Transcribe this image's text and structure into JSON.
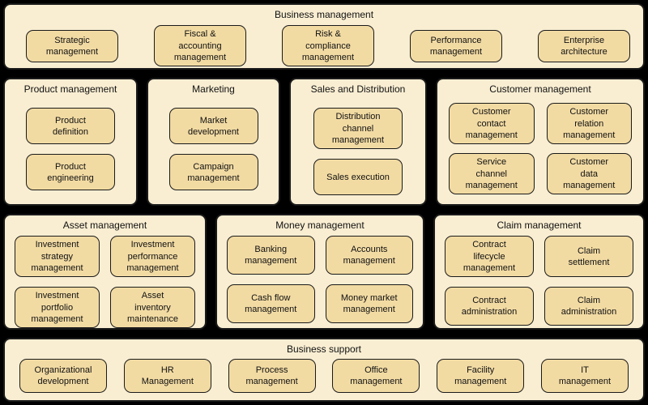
{
  "colors": {
    "background": "#000000",
    "panel_fill": "#f9eed2",
    "box_fill": "#f2dba3",
    "border": "#1a1a1a",
    "text": "#111111"
  },
  "b1": {
    "title": "Business management",
    "boxes": [
      "Strategic\nmanagement",
      "Fiscal &\naccounting\nmanagement",
      "Risk &\ncompliance\nmanagement",
      "Performance\nmanagement",
      "Enterprise\narchitecture"
    ]
  },
  "p_product": {
    "title": "Product management",
    "boxes": [
      "Product\ndefinition",
      "Product\nengineering"
    ]
  },
  "p_marketing": {
    "title": "Marketing",
    "boxes": [
      "Market\ndevelopment",
      "Campaign\nmanagement"
    ]
  },
  "p_sales": {
    "title": "Sales and Distribution",
    "boxes": [
      "Distribution\nchannel\nmanagement",
      "Sales execution"
    ]
  },
  "p_customer": {
    "title": "Customer management",
    "boxes": [
      "Customer\ncontact\nmanagement",
      "Customer\nrelation\nmanagement",
      "Service\nchannel\nmanagement",
      "Customer\ndata\nmanagement"
    ]
  },
  "p_asset": {
    "title": "Asset management",
    "boxes": [
      "Investment\nstrategy\nmanagement",
      "Investment\nperformance\nmanagement",
      "Investment\nportfolio\nmanagement",
      "Asset\ninventory\nmaintenance"
    ]
  },
  "p_money": {
    "title": "Money management",
    "boxes": [
      "Banking\nmanagement",
      "Accounts\nmanagement",
      "Cash flow\nmanagement",
      "Money market\nmanagement"
    ]
  },
  "p_claim": {
    "title": "Claim management",
    "boxes": [
      "Contract\nlifecycle\nmanagement",
      "Claim\nsettlement",
      "Contract\nadministration",
      "Claim\nadministration"
    ]
  },
  "b4": {
    "title": "Business support",
    "boxes": [
      "Organizational\ndevelopment",
      "HR\nManagement",
      "Process\nmanagement",
      "Office\nmanagement",
      "Facility\nmanagement",
      "IT\nmanagement"
    ]
  }
}
